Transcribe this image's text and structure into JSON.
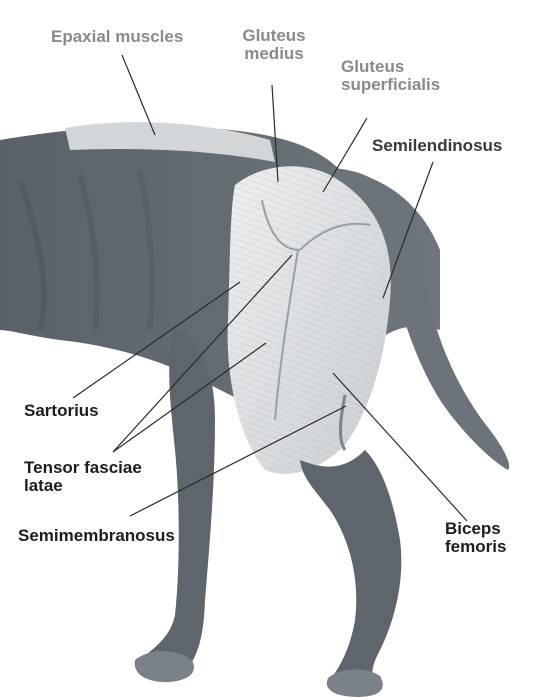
{
  "labels": {
    "epaxial_muscles": "Epaxial muscles",
    "gluteus_medius": [
      "Gluteus",
      "medius"
    ],
    "gluteus_superficialis": [
      "Gluteus",
      "superficialis"
    ],
    "semitendinosus": "Semilendinosus",
    "sartorius": "Sartorius",
    "tensor_fasciae_latae": [
      "Tensor fasciae",
      "latae"
    ],
    "semimembranosus": "Semimembranosus",
    "biceps_femoris": [
      "Biceps",
      "femoris"
    ]
  },
  "colors": {
    "body_dark": "#5d646b",
    "body_mid": "#7a8087",
    "highlight_muscle": "#d8dcdf",
    "leader_line": "#2a2a2a",
    "top_label": "#8a8a8a",
    "side_label": "#1e1e1e"
  }
}
